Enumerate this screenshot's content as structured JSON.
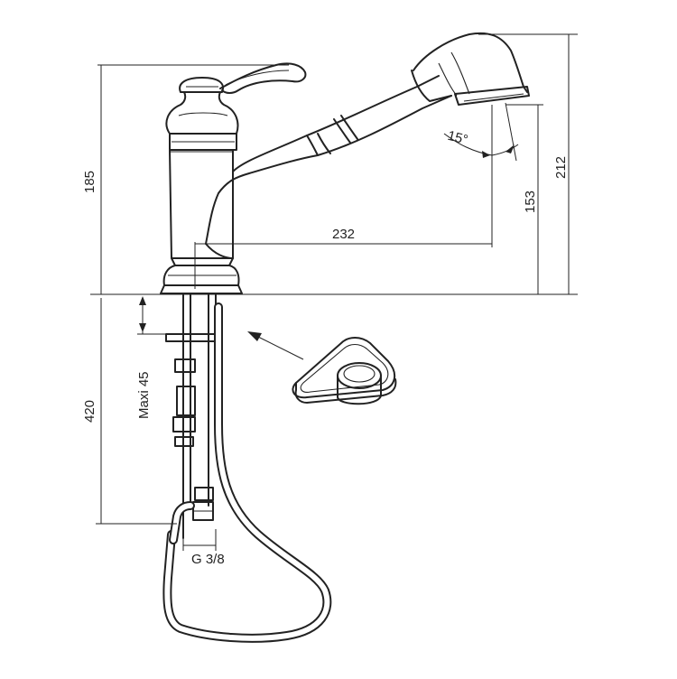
{
  "dimensions": {
    "height_to_top": "185",
    "total_height": "212",
    "outlet_height": "153",
    "reach": "232",
    "spray_angle": "15°",
    "under_counter_length": "420",
    "max_counter_thickness": "Maxi 45",
    "connection_thread": "G 3/8"
  },
  "icons": {
    "detail_pointer": "arrow-icon",
    "fixing_washer": "washer-icon"
  }
}
